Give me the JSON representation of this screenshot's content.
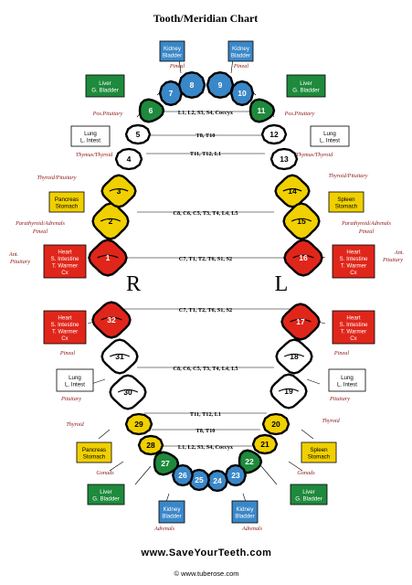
{
  "title": "Tooth/Meridian Chart",
  "colors": {
    "kidney": "#3a87c8",
    "liver": "#1e8a3c",
    "lung": "#ffffff",
    "spleen": "#f0d000",
    "heart": "#e0261a",
    "italic_red": "#8a1010",
    "url": "#1e8a3c"
  },
  "side_labels": {
    "right": "R",
    "left": "L"
  },
  "upper_teeth": [
    "1",
    "2",
    "3",
    "4",
    "5",
    "6",
    "7",
    "8",
    "9",
    "10",
    "11",
    "12",
    "13",
    "14",
    "15",
    "16"
  ],
  "lower_teeth": [
    "17",
    "18",
    "19",
    "20",
    "21",
    "22",
    "23",
    "24",
    "25",
    "26",
    "27",
    "28",
    "29",
    "30",
    "31",
    "32"
  ],
  "center_labels": {
    "u1": "L1, L2, S3, S4, Coccyx",
    "u2": "T8, T10",
    "u3": "T11, T12, L1",
    "u4": "C8, C6, C5, T3, T4, L4, L5",
    "u5": "C7, T1, T2, T6, S1, S2",
    "l1": "C7, T1, T2, T6, S1, S2",
    "l2": "C8, C6, C5, T3, T4, L4, L5",
    "l3": "T11, T12, L1",
    "l4": "T8, T10",
    "l5": "L1, L2, S3, S4, Coccyx"
  },
  "boxes": {
    "kidney_bladder": [
      "Kidney",
      "Bladder"
    ],
    "liver_gb": [
      "Liver",
      "G. Bladder"
    ],
    "lung_li": [
      "Lung",
      "L. Intest"
    ],
    "pancreas_stomach": [
      "Pancreas",
      "Stomach"
    ],
    "spleen_stomach": [
      "Spleen",
      "Stomach"
    ],
    "heart": [
      "Heart",
      "S. Intestine",
      "T. Warmer",
      "Cx"
    ]
  },
  "italic": {
    "pineal": "Pineal",
    "pos_pituitary": "Pos.Pituitary",
    "thymus_thyroid": "Thymus/Thyroid",
    "thyroid_pituitary": "Thyroid/Pituitary",
    "parathyroid_adrenals": "Parathyroid/Adrenals",
    "ant_pituitary_l1": "Ant.",
    "ant_pituitary_l2": "Pituitary",
    "pituitary": "Pituitary",
    "thyroid": "Thyroid",
    "gonads": "Gonads",
    "adrenals": "Adrenals"
  },
  "footer": {
    "url": "www.SaveYourTeeth.com",
    "copyright": "© www.tuberose.com"
  }
}
